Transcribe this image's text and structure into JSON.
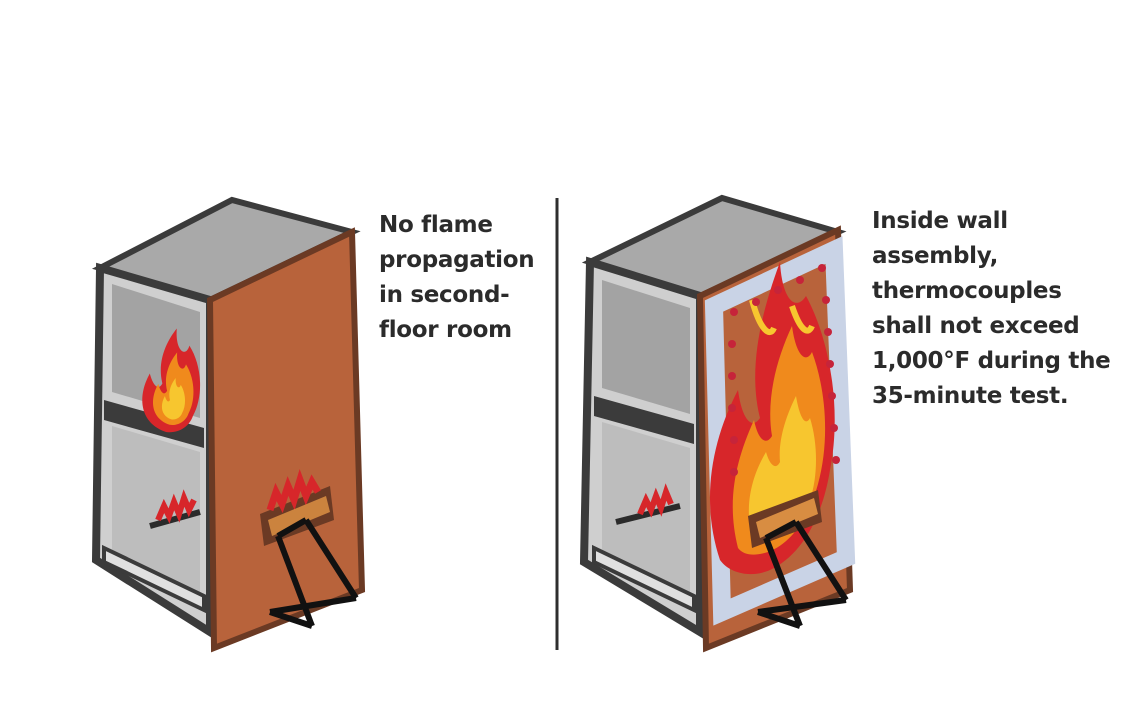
{
  "panels": [
    {
      "caption_lines": [
        "No flame",
        "propagation",
        "in second-",
        "floor room"
      ]
    },
    {
      "caption_lines": [
        "Inside wall",
        "assembly,",
        "thermocouples",
        "shall not exceed",
        "1,000°F during the",
        "35-minute test."
      ]
    }
  ],
  "colors": {
    "wall_frame": "#3b3b3b",
    "wall_gray": "#a9a9a9",
    "floor_gray": "#d5d5d5",
    "facade_brown": "#b8633b",
    "facade_edge": "#6b3a24",
    "flame_red": "#d7262a",
    "flame_orange": "#f08a1c",
    "flame_yellow": "#f7c62f",
    "insulation_blue": "#c9d3e6",
    "thermocouple_dot": "#c6243a"
  }
}
